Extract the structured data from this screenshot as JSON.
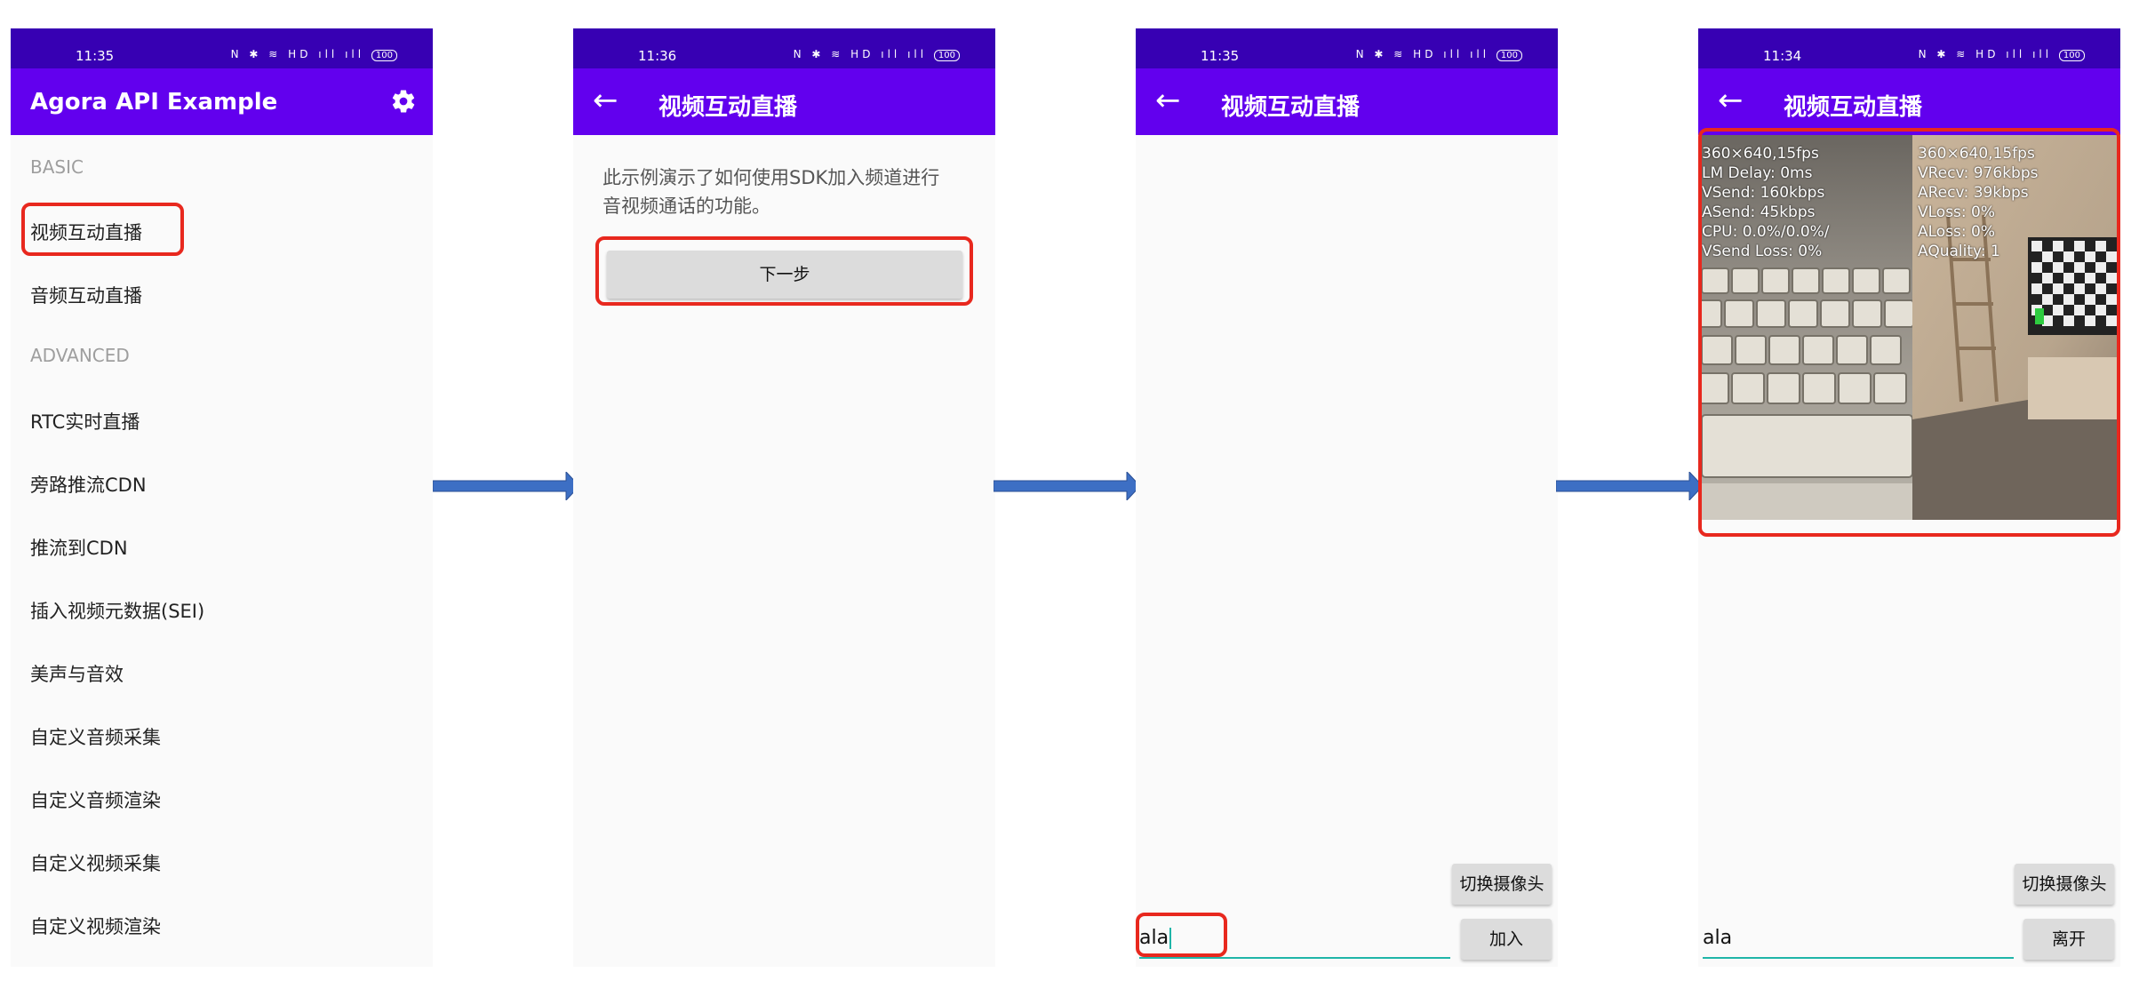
{
  "status_times": [
    "11:35",
    "11:36",
    "11:35",
    "11:34"
  ],
  "status": {
    "icons": "N ✱ ≋ HD ıll ıll",
    "battery": "100"
  },
  "screen1": {
    "title": "Agora API Example",
    "sections": {
      "basic": "BASIC",
      "advanced": "ADVANCED"
    },
    "items": [
      "视频互动直播",
      "音频互动直播",
      "RTC实时直播",
      "旁路推流CDN",
      "推流到CDN",
      "插入视频元数据(SEI)",
      "美声与音效",
      "自定义音频采集",
      "自定义音频渲染",
      "自定义视频采集",
      "自定义视频渲染"
    ]
  },
  "screen2": {
    "title": "视频互动直播",
    "desc_line1": "此示例演示了如何使用SDK加入频道进行",
    "desc_line2": "音视频通话的功能。",
    "next_button": "下一步"
  },
  "screen3": {
    "title": "视频互动直播",
    "switch_camera": "切换摄像头",
    "channel_input": "ala",
    "join_button": "加入"
  },
  "screen4": {
    "title": "视频互动直播",
    "local_stats": [
      "360×640,15fps",
      "LM Delay: 0ms",
      "VSend: 160kbps",
      "ASend: 45kbps",
      "CPU: 0.0%/0.0%/",
      "VSend Loss: 0%"
    ],
    "remote_stats": [
      "360×640,15fps",
      "VRecv: 976kbps",
      "ARecv: 39kbps",
      "VLoss: 0%",
      "ALoss: 0%",
      "AQuality: 1"
    ],
    "switch_camera": "切换摄像头",
    "channel_input": "ala",
    "leave_button": "离开"
  },
  "colors": {
    "status_bar": "#3700b3",
    "app_bar": "#6200ee",
    "highlight": "#e8281e",
    "accent": "#1fb5a8",
    "arrow": "#3d6fc4"
  }
}
